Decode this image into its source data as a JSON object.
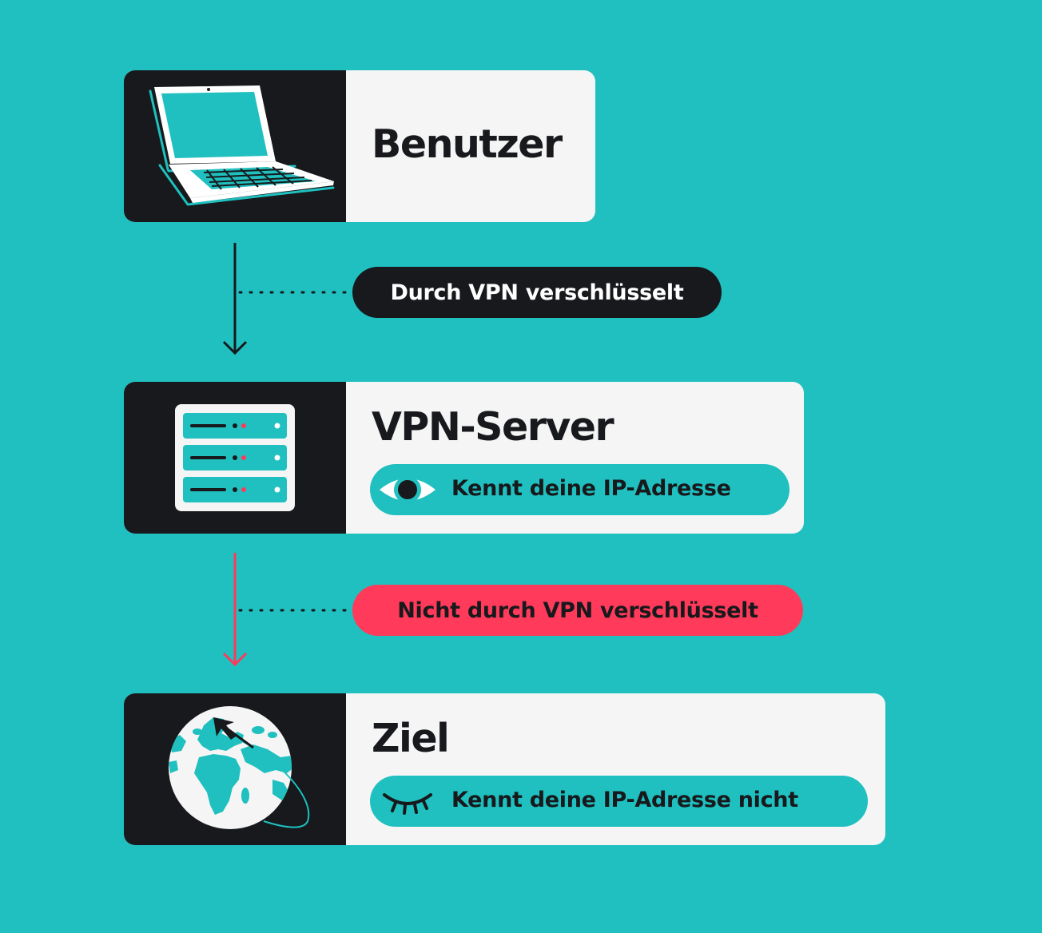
{
  "nodes": {
    "user": {
      "title": "Benutzer",
      "icon": "laptop-icon"
    },
    "vpn_server": {
      "title": "VPN-Server",
      "icon": "server-icon",
      "status": {
        "icon": "eye-open-icon",
        "text": "Kennt deine IP-Adresse"
      }
    },
    "destination": {
      "title": "Ziel",
      "icon": "globe-icon",
      "status": {
        "icon": "eye-closed-icon",
        "text": "Kennt deine IP-Adresse nicht"
      }
    }
  },
  "connections": {
    "user_to_server": {
      "label": "Durch VPN verschlüsselt",
      "color": "#17191c",
      "text_color": "#ffffff"
    },
    "server_to_destination": {
      "label": "Nicht durch VPN verschlüsselt",
      "color": "#ff3a5a",
      "text_color": "#17191c"
    }
  },
  "colors": {
    "background": "#1fc0bf",
    "dark": "#17191c",
    "card": "#f5f5f5",
    "accent_red": "#ff3a5a"
  }
}
